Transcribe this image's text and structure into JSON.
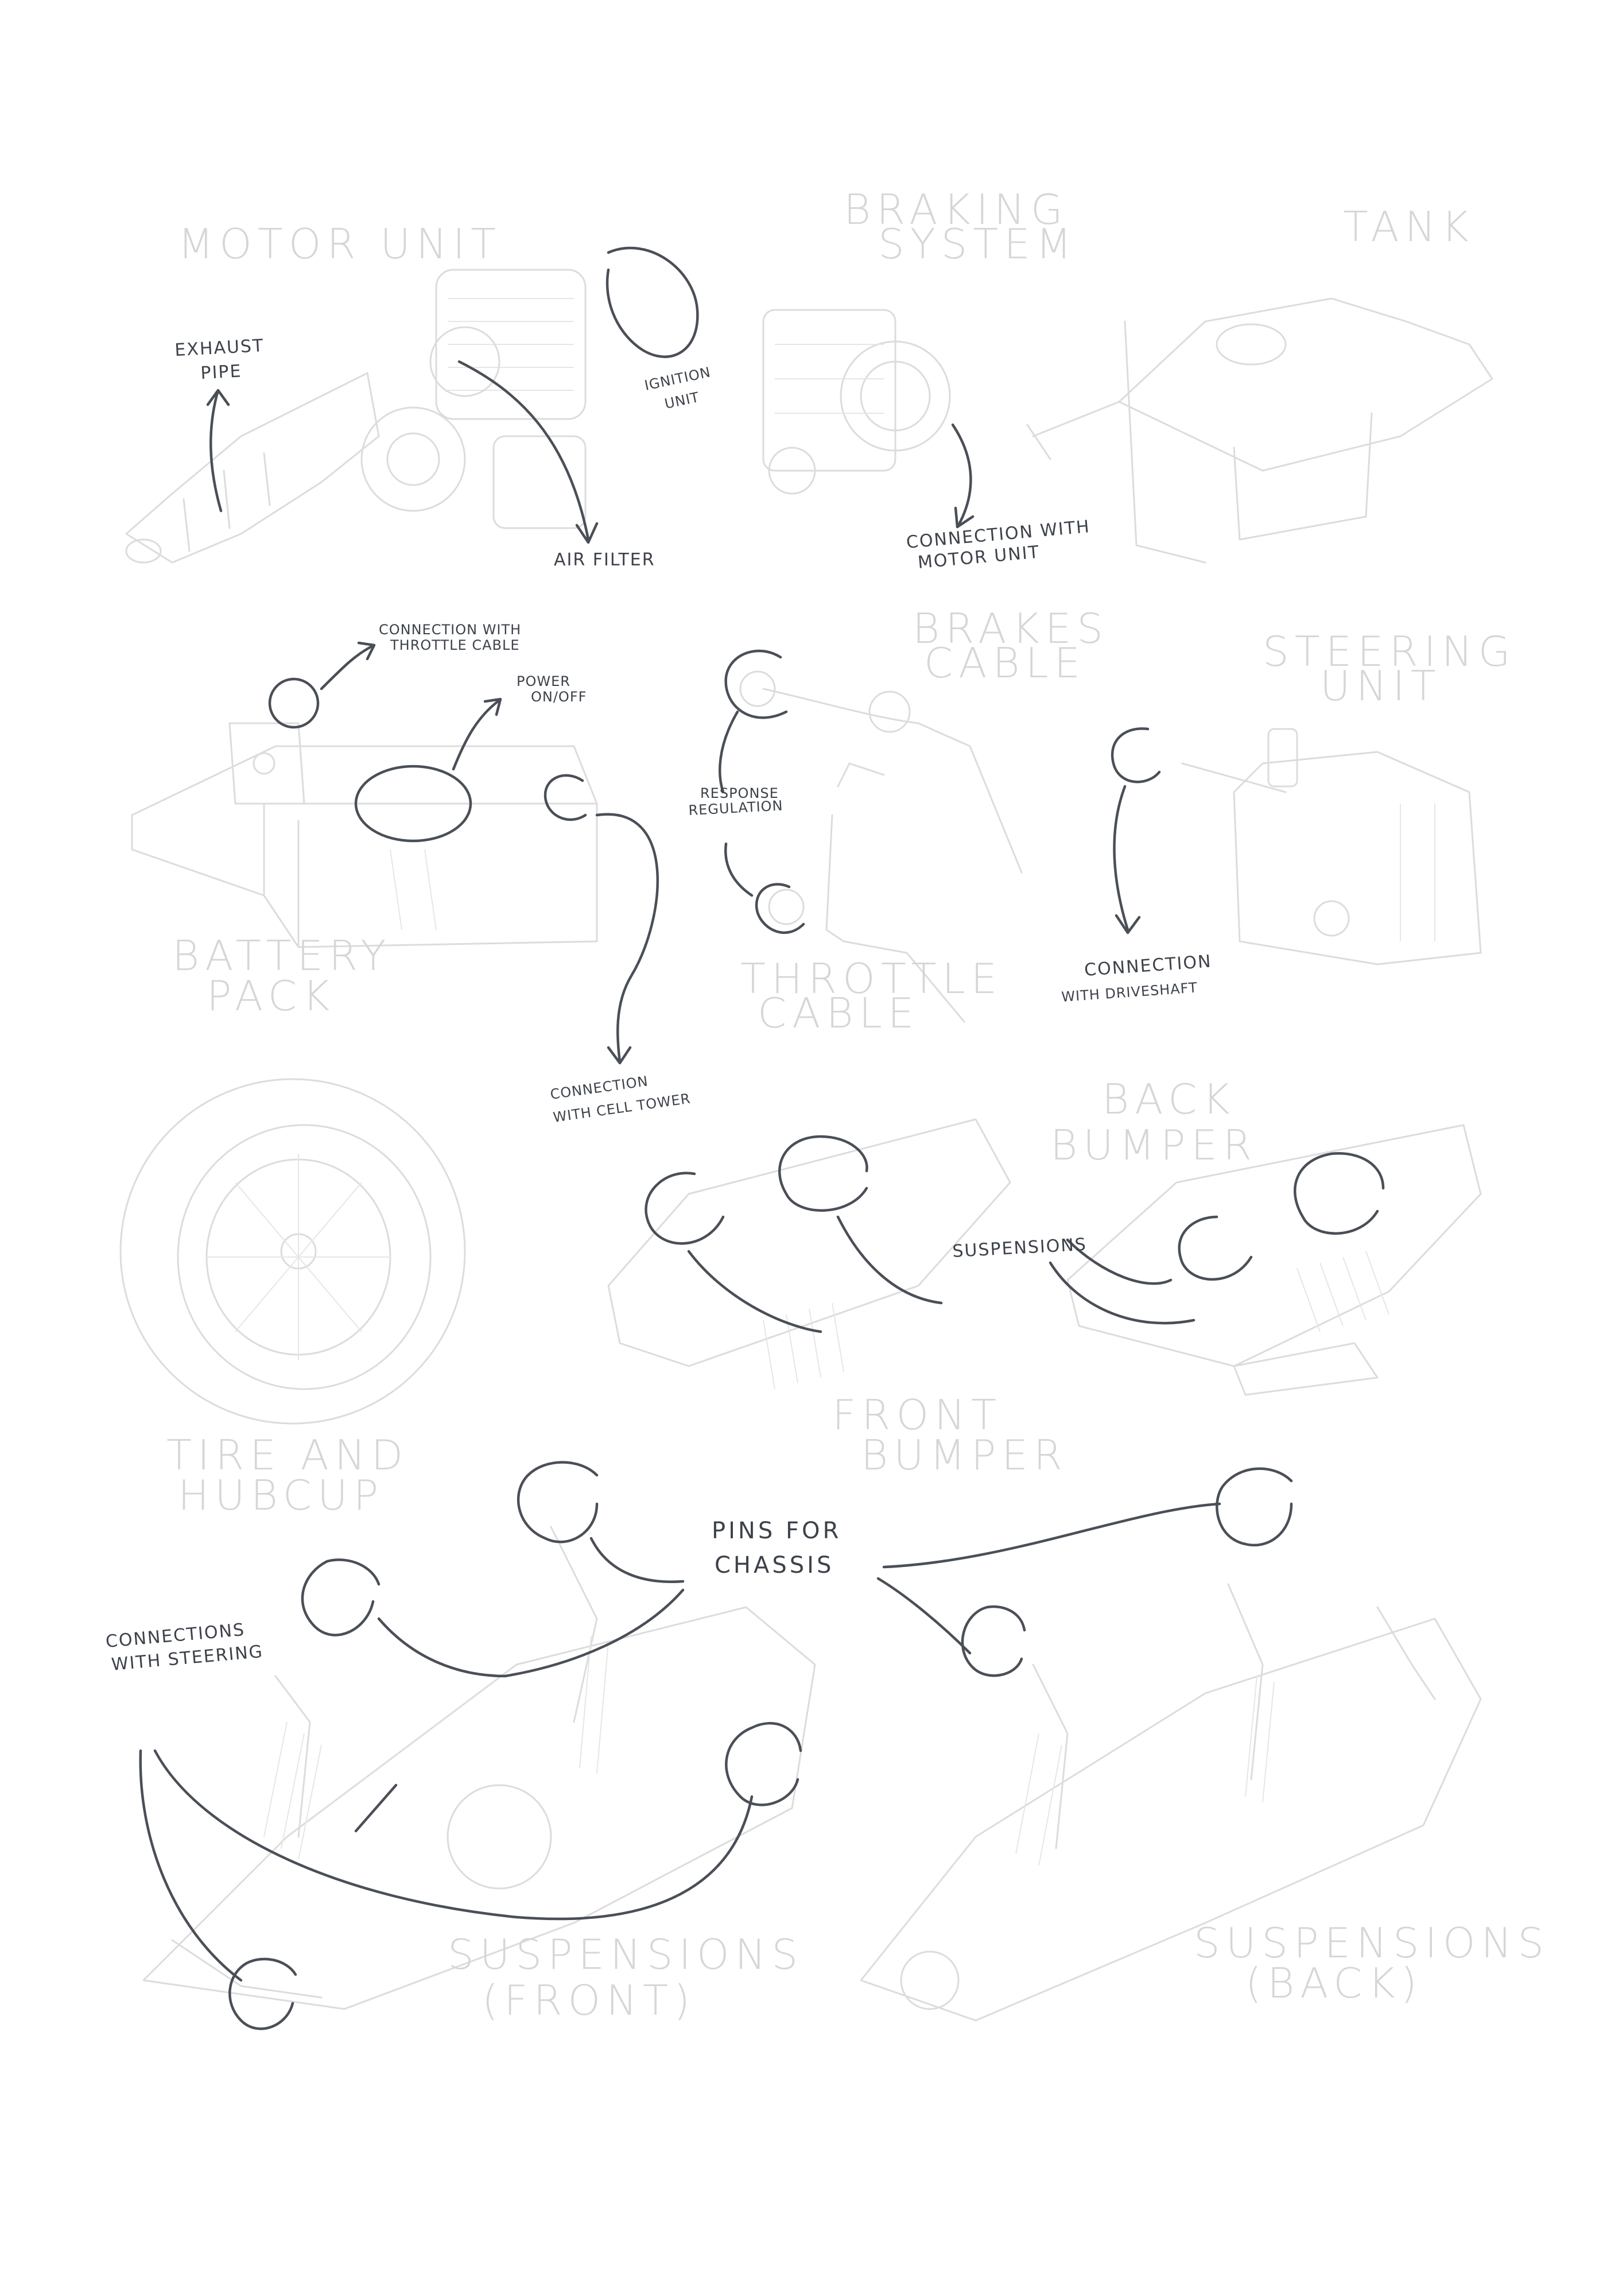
{
  "sections": {
    "motor_unit": "MOTOR UNIT",
    "braking_system": [
      "BRAKING",
      "SYSTEM"
    ],
    "tank": "TANK",
    "brakes_cable": [
      "BRAKES",
      "CABLE"
    ],
    "steering_unit": [
      "STEERING",
      "UNIT"
    ],
    "battery_pack": [
      "BATTERY",
      "PACK"
    ],
    "throttle_cable": [
      "THROTTLE",
      "CABLE"
    ],
    "back_bumper": [
      "BACK",
      "BUMPER"
    ],
    "front_bumper": [
      "FRONT",
      "BUMPER"
    ],
    "tire_and_hubcup": [
      "TIRE AND",
      "HUBCUP"
    ],
    "suspensions_front": [
      "SUSPENSIONS",
      "(FRONT)"
    ],
    "suspensions_back": [
      "SUSPENSIONS",
      "(BACK)"
    ]
  },
  "annotations": {
    "exhaust_pipe": [
      "EXHAUST",
      "PIPE"
    ],
    "ignition_unit": [
      "IGNITION",
      "UNIT"
    ],
    "air_filter": "AIR FILTER",
    "connection_motor_unit": [
      "CONNECTION WITH",
      "MOTOR UNIT"
    ],
    "connection_throttle_cable": [
      "CONNECTION WITH",
      "THROTTLE CABLE"
    ],
    "power_on_off": [
      "POWER",
      "ON/OFF"
    ],
    "response_regulation": [
      "RESPONSE",
      "REGULATION"
    ],
    "connection_driveshaft": [
      "CONNECTION",
      "WITH DRIVESHAFT"
    ],
    "connection_cell_tower": [
      "CONNECTION",
      "WITH CELL TOWER"
    ],
    "suspensions": "SUSPENSIONS",
    "pins_for_chassis": [
      "PINS FOR",
      "CHASSIS"
    ],
    "connections_with_steering": [
      "CONNECTIONS",
      "WITH STEERING"
    ]
  },
  "colors": {
    "ink": "#4a4f57",
    "faint_label": "#d6d6d6",
    "part_line": "#dcdcdc",
    "background": "#ffffff"
  }
}
